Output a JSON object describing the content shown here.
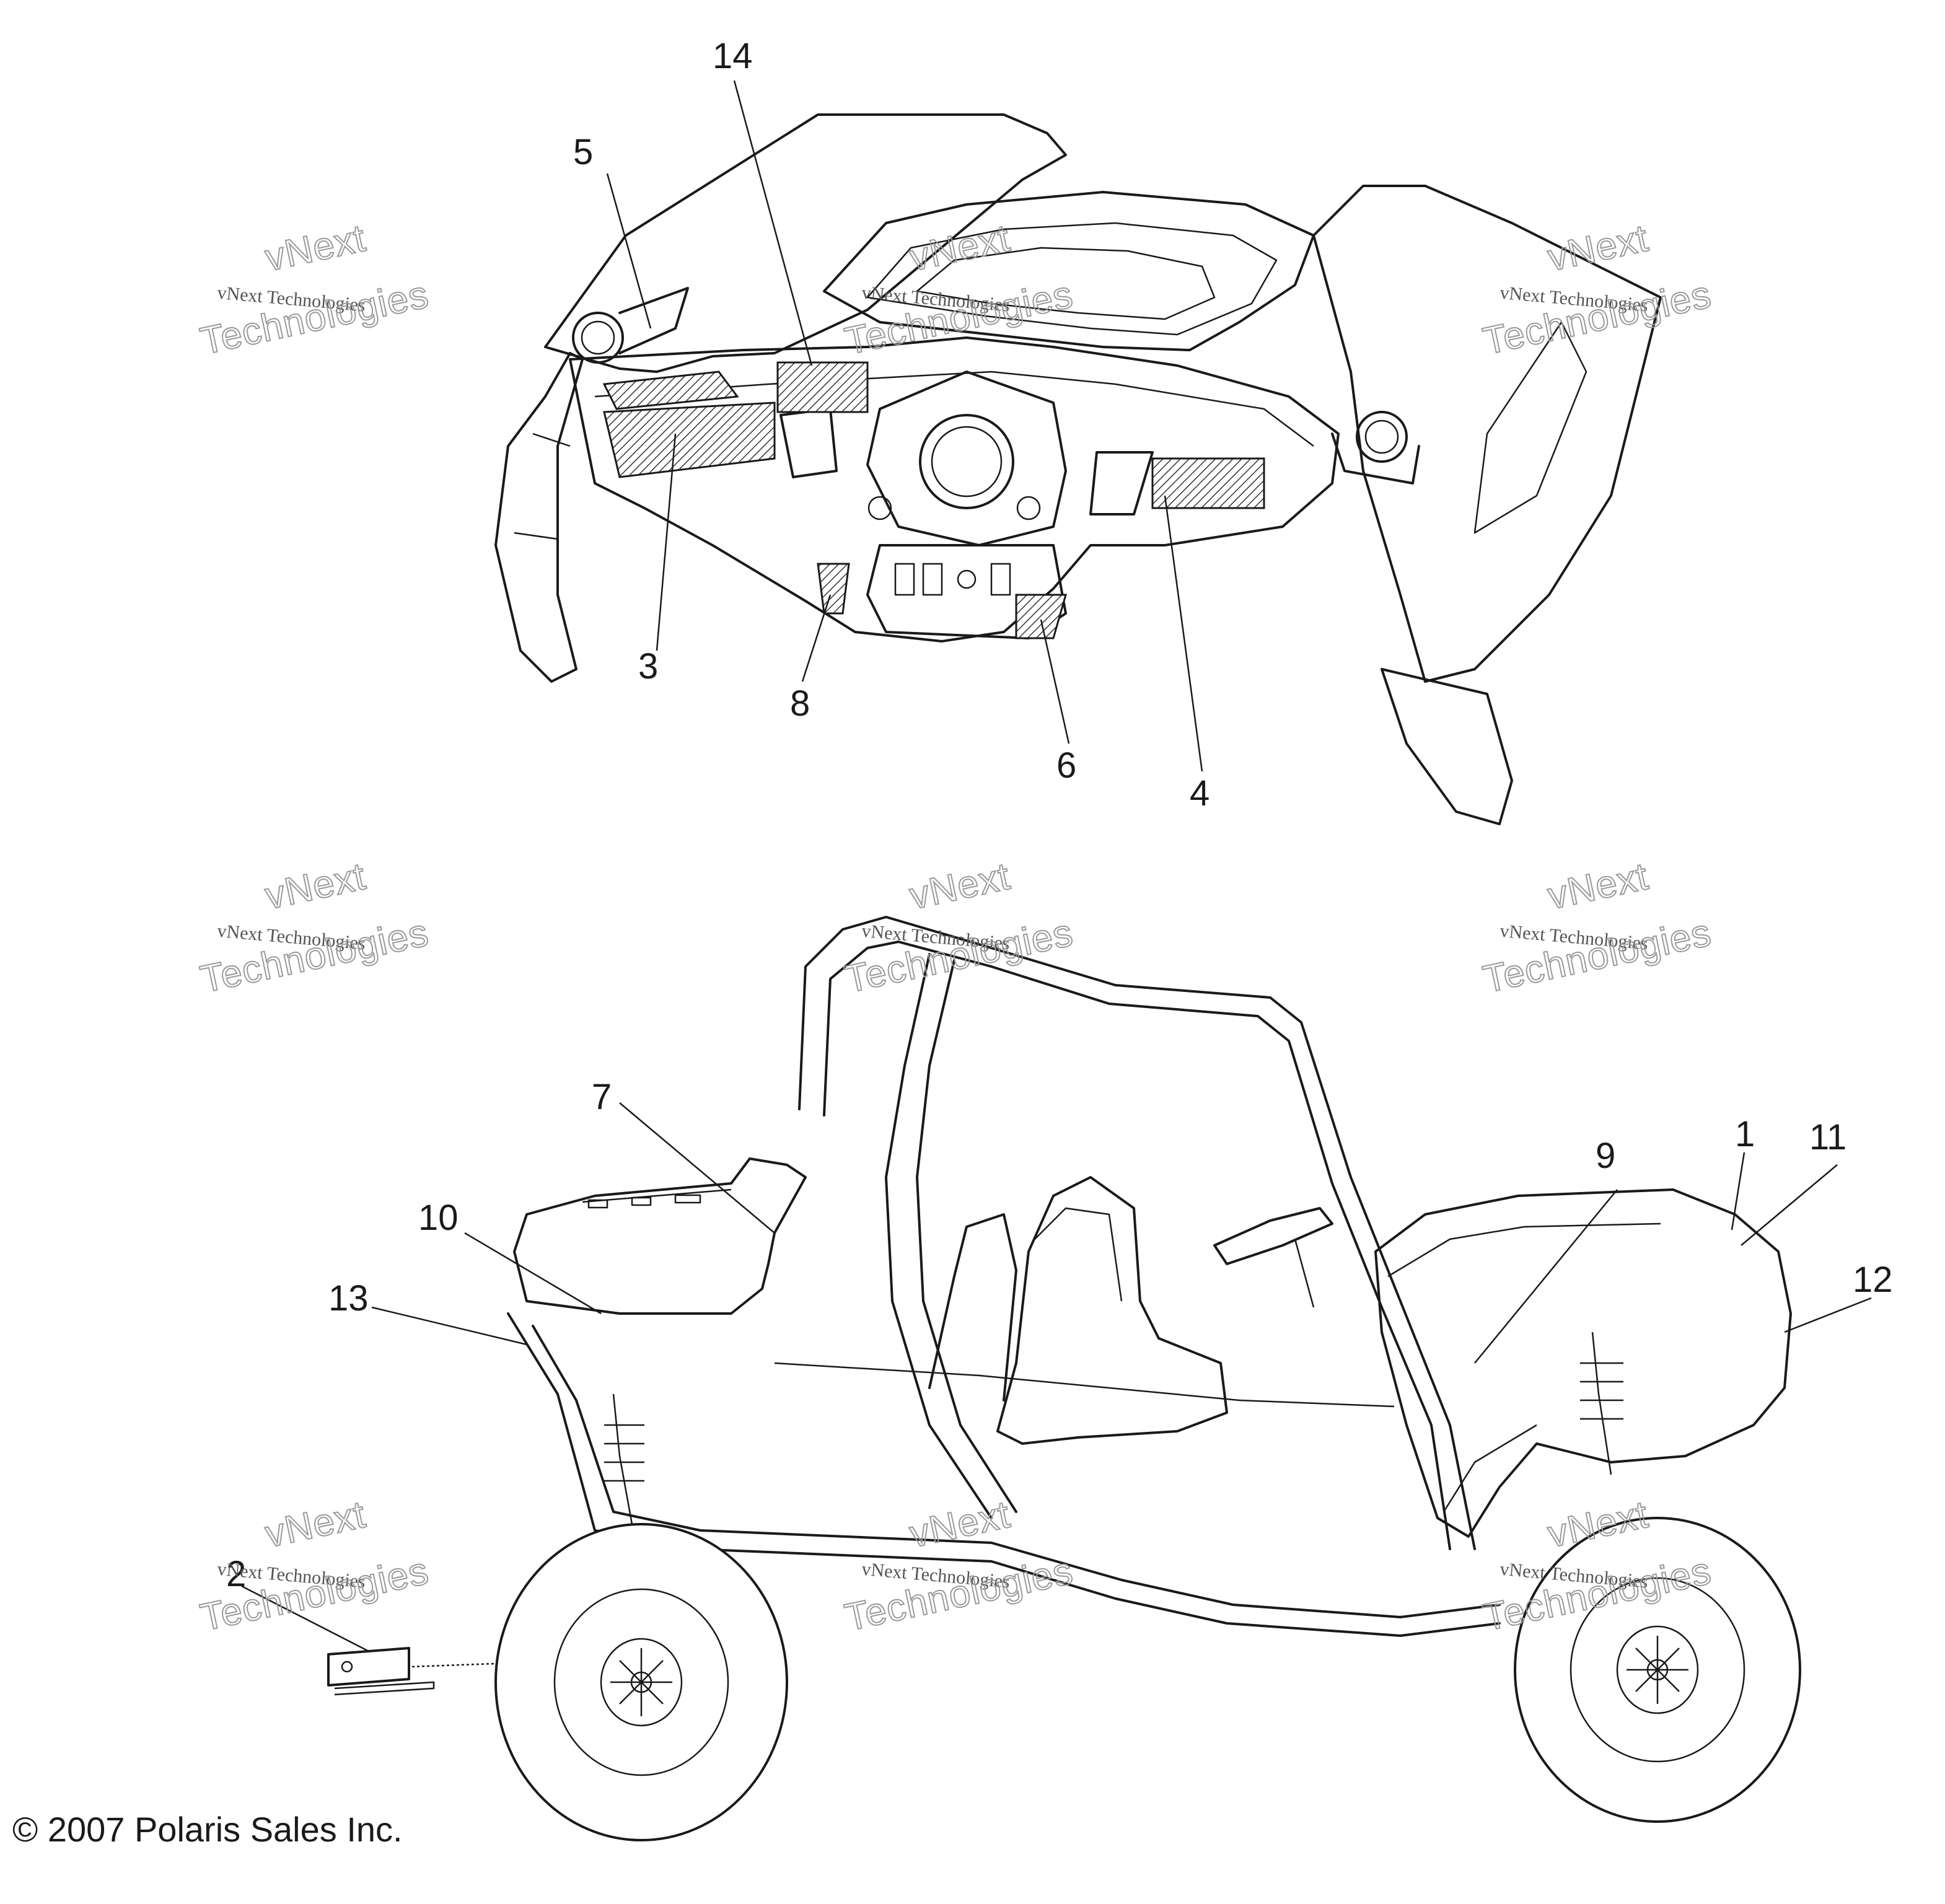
{
  "callouts": {
    "c1": "1",
    "c2": "2",
    "c3": "3",
    "c4": "4",
    "c5": "5",
    "c6": "6",
    "c7": "7",
    "c8": "8",
    "c9": "9",
    "c10": "10",
    "c11": "11",
    "c12": "12",
    "c13": "13",
    "c14": "14"
  },
  "watermark": {
    "top_line": "vNext",
    "small": "vNext Technologies",
    "big": "Technologies"
  },
  "copyright": "© 2007 Polaris Sales Inc."
}
